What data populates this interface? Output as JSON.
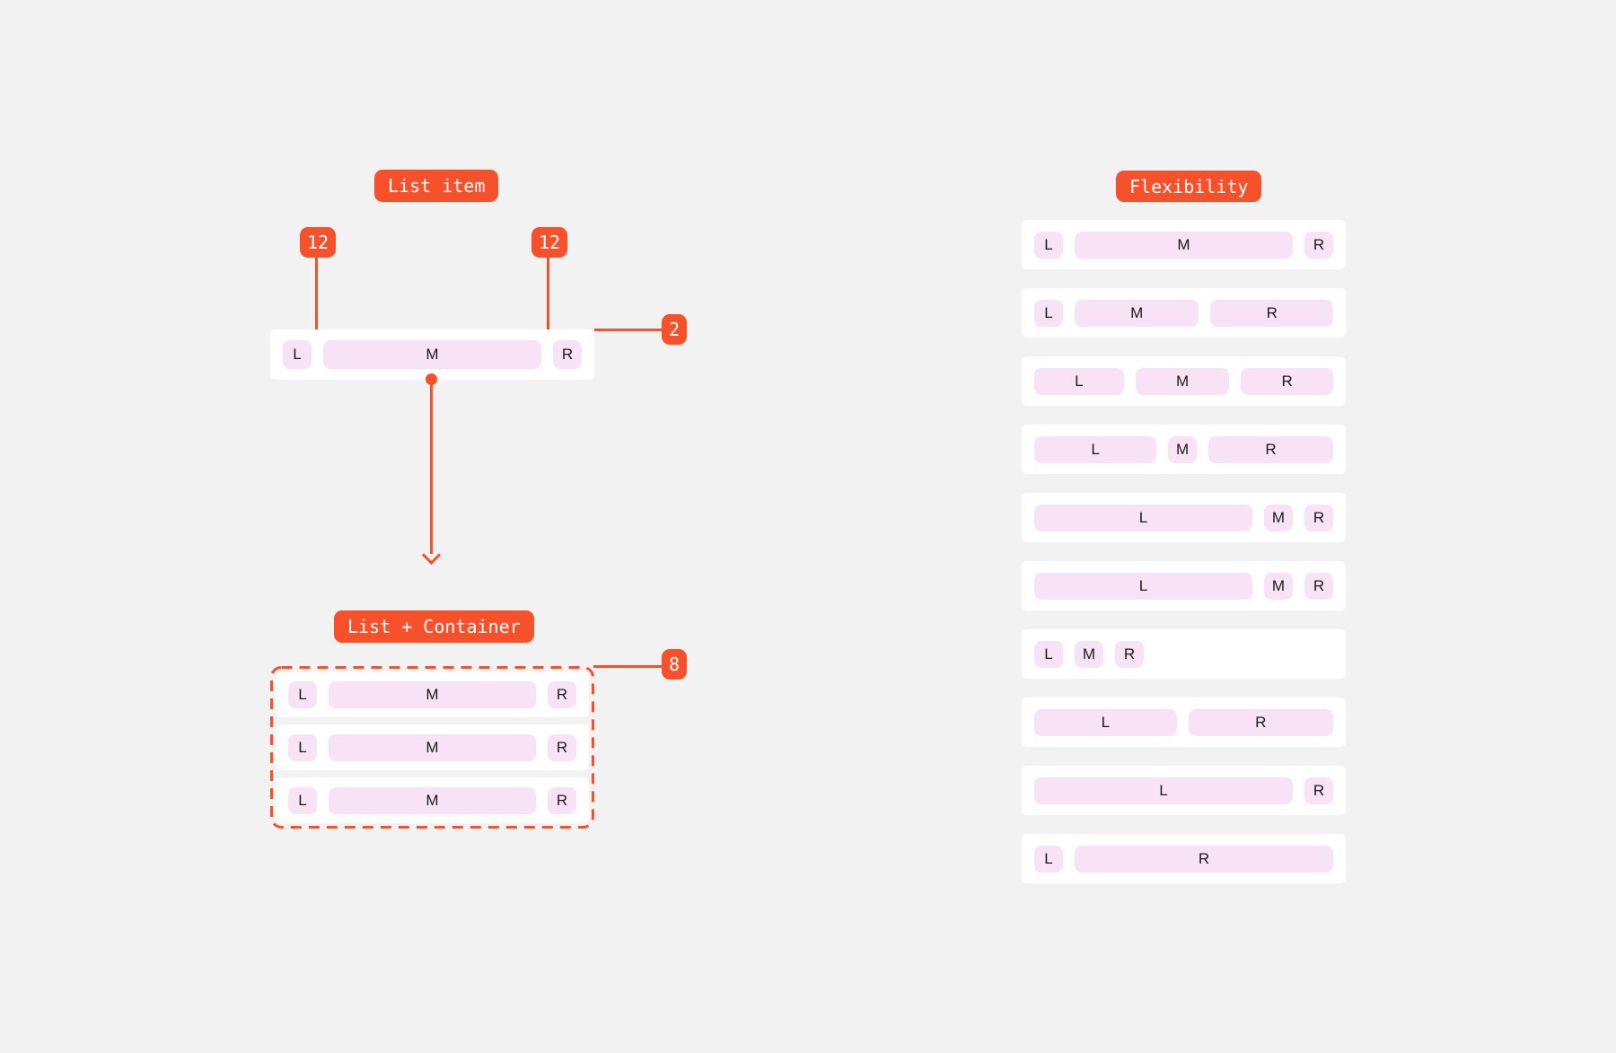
{
  "colors": {
    "background": "#F2F2F2",
    "accent": "#F6512B",
    "chip_pink": "#F8E2F6",
    "card_white": "#FFFFFF",
    "chip_text": "#1A1A1A",
    "badge_text": "#FFFFFF"
  },
  "left_diagram": {
    "title_badge": "List item",
    "padding_left_badge": "12",
    "padding_right_badge": "12",
    "item_gap_badge": "2",
    "container_gap_badge": "8",
    "container_title_badge": "List + Container",
    "list_item": {
      "left_chip": "L",
      "middle_chip": "M",
      "right_chip": "R"
    },
    "container_rows": [
      {
        "chips": [
          {
            "label": "L",
            "size": "hug"
          },
          {
            "label": "M",
            "size": "fill"
          },
          {
            "label": "R",
            "size": "hug"
          }
        ]
      },
      {
        "chips": [
          {
            "label": "L",
            "size": "hug"
          },
          {
            "label": "M",
            "size": "fill"
          },
          {
            "label": "R",
            "size": "hug"
          }
        ]
      },
      {
        "chips": [
          {
            "label": "L",
            "size": "hug"
          },
          {
            "label": "M",
            "size": "fill"
          },
          {
            "label": "R",
            "size": "hug"
          }
        ]
      }
    ]
  },
  "flexibility": {
    "title_badge": "Flexibility",
    "rows": [
      {
        "chips": [
          {
            "label": "L",
            "size": "hug"
          },
          {
            "label": "M",
            "size": "fill"
          },
          {
            "label": "R",
            "size": "hug"
          }
        ]
      },
      {
        "chips": [
          {
            "label": "L",
            "size": "hug"
          },
          {
            "label": "M",
            "size": "fill"
          },
          {
            "label": "R",
            "size": "fill"
          }
        ]
      },
      {
        "chips": [
          {
            "label": "L",
            "size": "fill"
          },
          {
            "label": "M",
            "size": "fill"
          },
          {
            "label": "R",
            "size": "fill"
          }
        ]
      },
      {
        "chips": [
          {
            "label": "L",
            "size": "fill"
          },
          {
            "label": "M",
            "size": "hug"
          },
          {
            "label": "R",
            "size": "fill"
          }
        ]
      },
      {
        "chips": [
          {
            "label": "L",
            "size": "fill"
          },
          {
            "label": "M",
            "size": "hug"
          },
          {
            "label": "R",
            "size": "hug"
          }
        ]
      },
      {
        "chips": [
          {
            "label": "L",
            "size": "fill"
          },
          {
            "label": "M",
            "size": "hug"
          },
          {
            "label": "R",
            "size": "hug"
          }
        ]
      },
      {
        "chips": [
          {
            "label": "L",
            "size": "hug"
          },
          {
            "label": "M",
            "size": "hug"
          },
          {
            "label": "R",
            "size": "hug"
          }
        ]
      },
      {
        "chips": [
          {
            "label": "L",
            "size": "fill"
          },
          {
            "label": "R",
            "size": "fill"
          }
        ]
      },
      {
        "chips": [
          {
            "label": "L",
            "size": "fill"
          },
          {
            "label": "R",
            "size": "hug"
          }
        ]
      },
      {
        "chips": [
          {
            "label": "L",
            "size": "hug"
          },
          {
            "label": "R",
            "size": "fill"
          }
        ]
      }
    ]
  }
}
